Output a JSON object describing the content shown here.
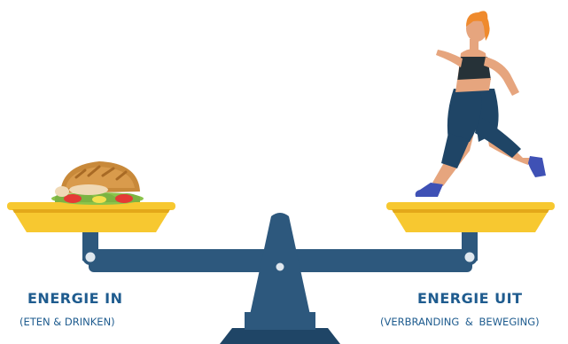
{
  "energy_in": {
    "title": "ENERGIE IN",
    "subtitle": "(ETEN & DRINKEN)"
  },
  "energy_out": {
    "title": "ENERGIE UIT",
    "subtitle": "(VERBRANDING & BEWEGING)"
  },
  "colors": {
    "scale_blue": "#2d587d",
    "scale_blue_dark": "#1f4566",
    "pan_yellow": "#f7c830",
    "pan_yellow_dark": "#e3a81a",
    "label_blue": "#1f5c8f"
  },
  "icons": {
    "left_pan": "sandwich-icon",
    "right_pan": "running-woman-illustration"
  }
}
